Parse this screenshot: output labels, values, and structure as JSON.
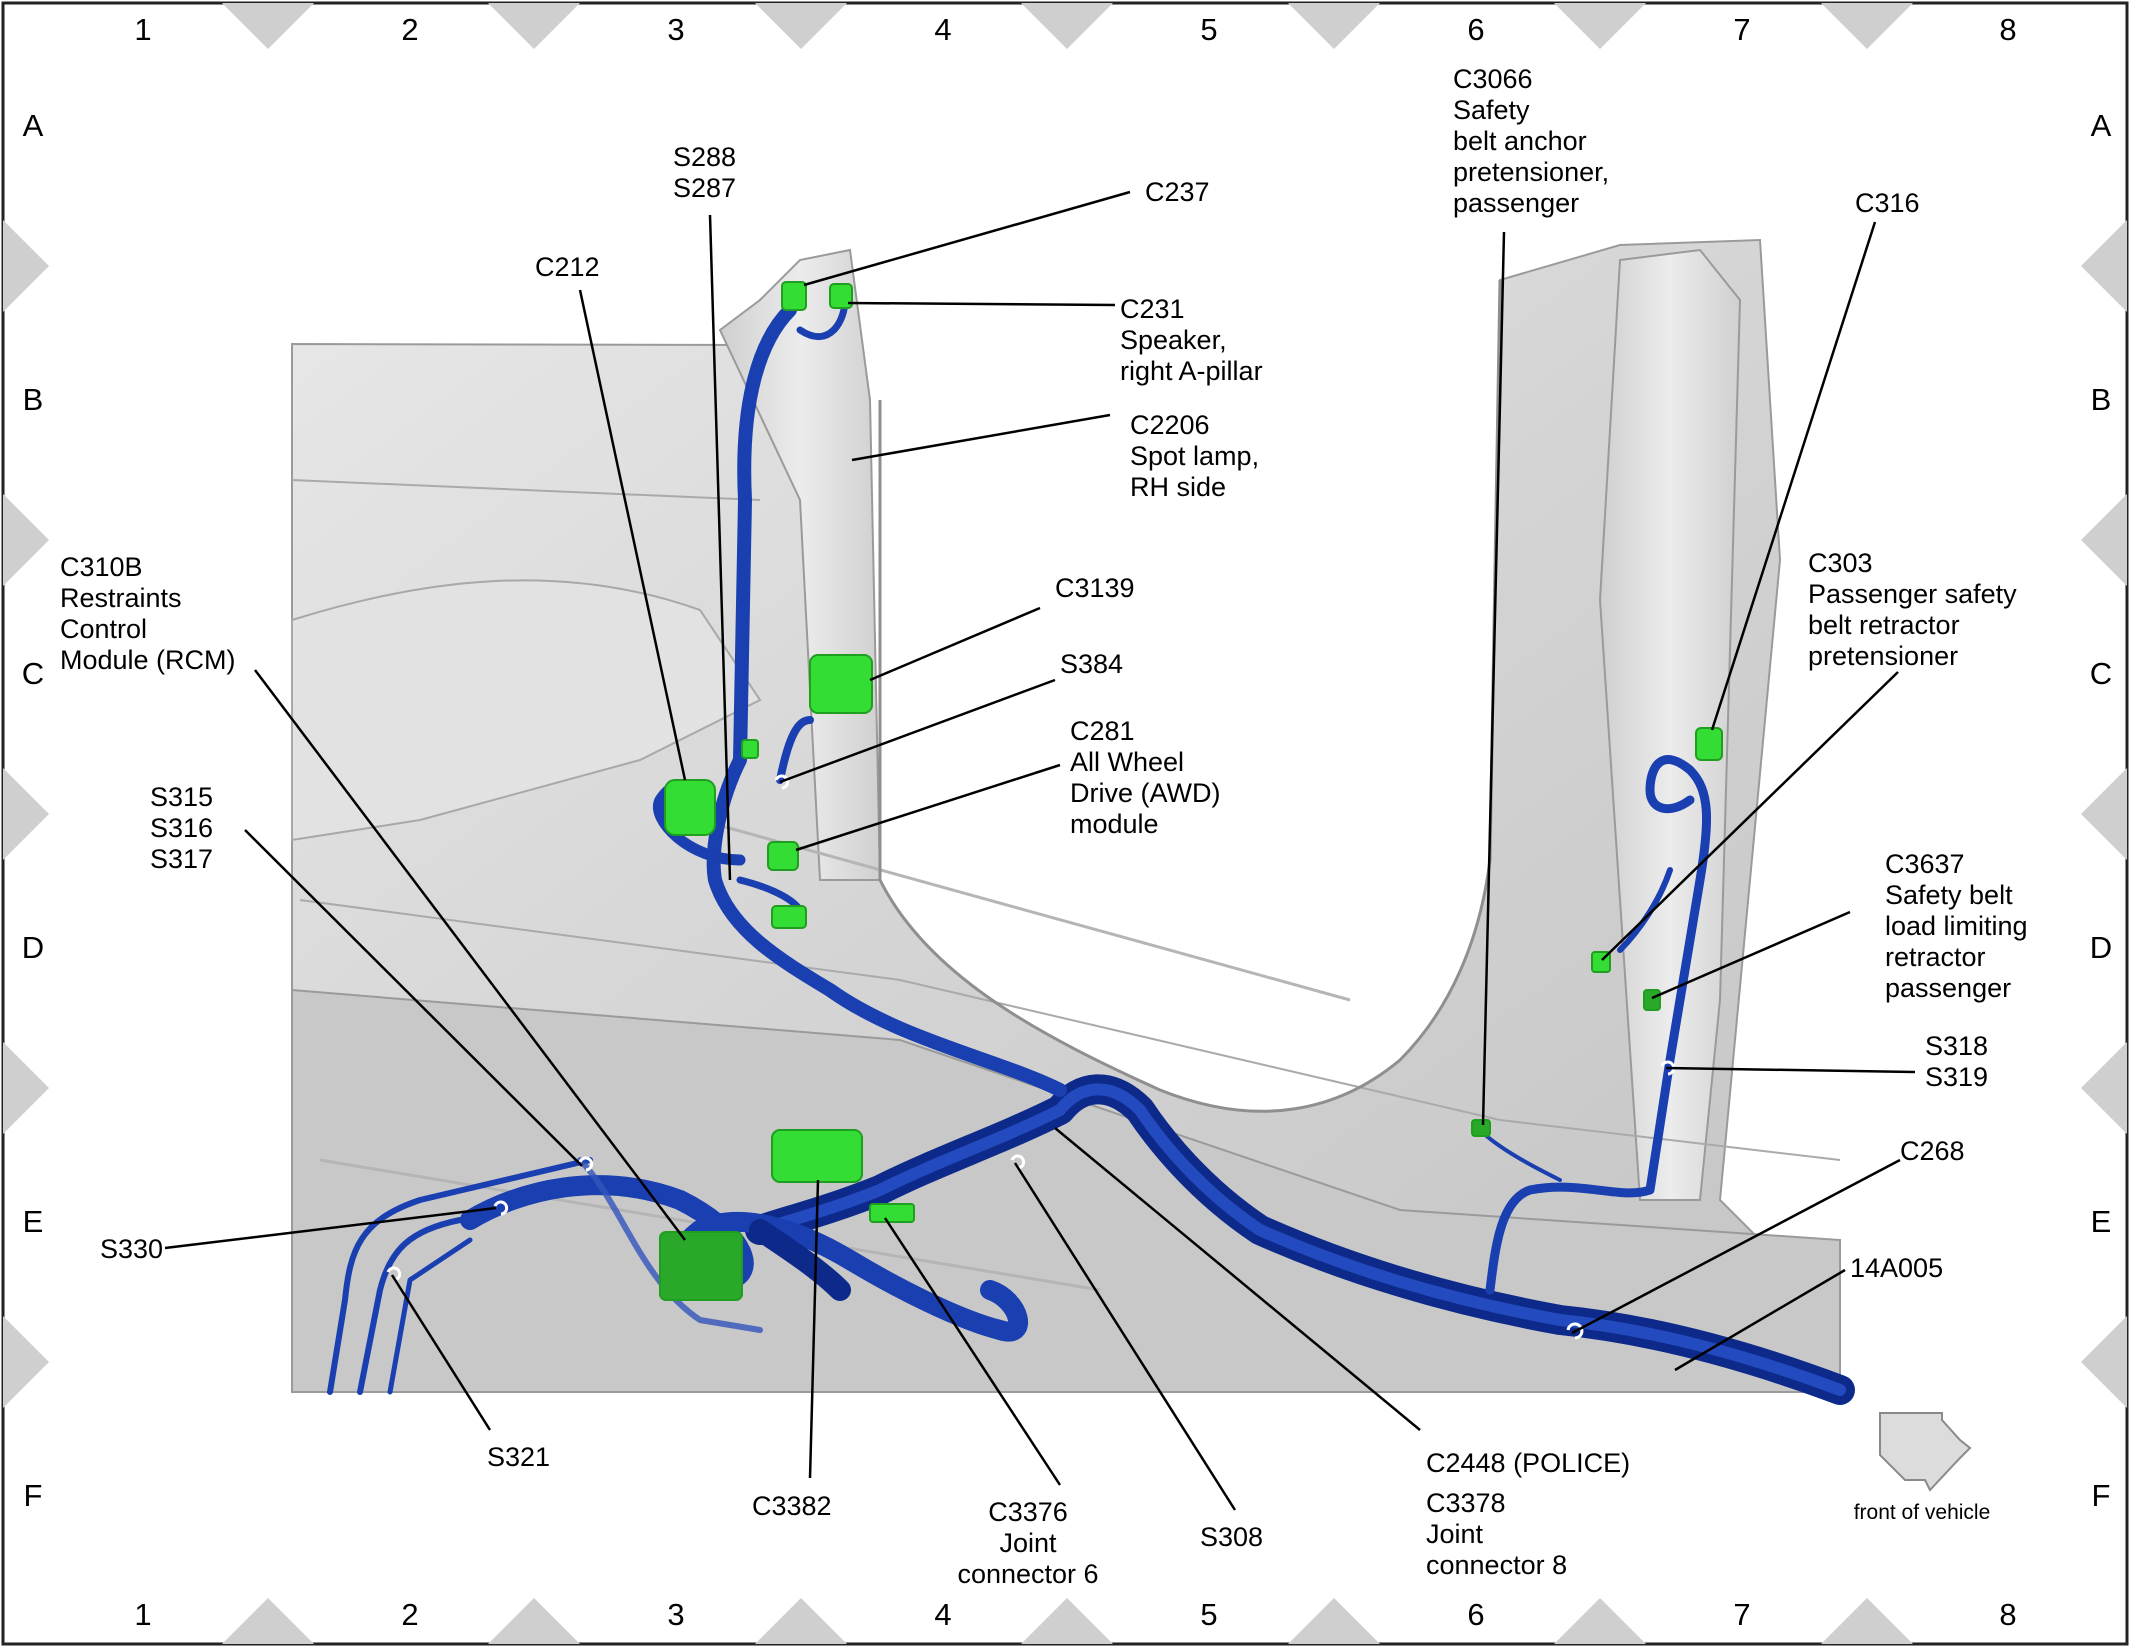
{
  "grid": {
    "columns": [
      "1",
      "2",
      "3",
      "4",
      "5",
      "6",
      "7",
      "8"
    ],
    "rows": [
      "A",
      "B",
      "C",
      "D",
      "E",
      "F"
    ]
  },
  "labels": {
    "c3066": [
      "C3066",
      "Safety",
      "belt anchor",
      "pretensioner,",
      "passenger"
    ],
    "s288": [
      "S288",
      "S287"
    ],
    "c237": [
      "C237"
    ],
    "c316": [
      "C316"
    ],
    "c212": [
      "C212"
    ],
    "c231": [
      "C231",
      "Speaker,",
      "right A-pillar"
    ],
    "c2206": [
      "C2206",
      "Spot lamp,",
      "RH side"
    ],
    "c310b": [
      "C310B",
      "Restraints",
      "Control",
      "Module (RCM)"
    ],
    "c3139": [
      "C3139"
    ],
    "c303": [
      "C303",
      "Passenger safety",
      "belt retractor",
      "pretensioner"
    ],
    "s384": [
      "S384"
    ],
    "c281": [
      "C281",
      "All Wheel",
      "Drive (AWD)",
      "module"
    ],
    "s315": [
      "S315",
      "S316",
      "S317"
    ],
    "c3637": [
      "C3637",
      "Safety belt",
      "load limiting",
      "retractor",
      "passenger"
    ],
    "s318": [
      "S318",
      "S319"
    ],
    "c268": [
      "C268"
    ],
    "s330": [
      "S330"
    ],
    "a14005": [
      "14A005"
    ],
    "s321": [
      "S321"
    ],
    "c3382": [
      "C3382"
    ],
    "c3376": [
      "C3376",
      "Joint",
      "connector 6"
    ],
    "s308": [
      "S308"
    ],
    "c2448": [
      "C2448 (POLICE)"
    ],
    "c3378": [
      "C3378",
      "Joint",
      "connector 8"
    ],
    "front": [
      "front of vehicle"
    ]
  },
  "colors": {
    "harness": "#1a3fb0",
    "harness_dark": "#0d2a8a",
    "connector": "#33dd33",
    "connector_dark": "#1f9e1f",
    "body": "#d9d9d9",
    "body_dark": "#b8b8b8",
    "border": "#222222"
  }
}
